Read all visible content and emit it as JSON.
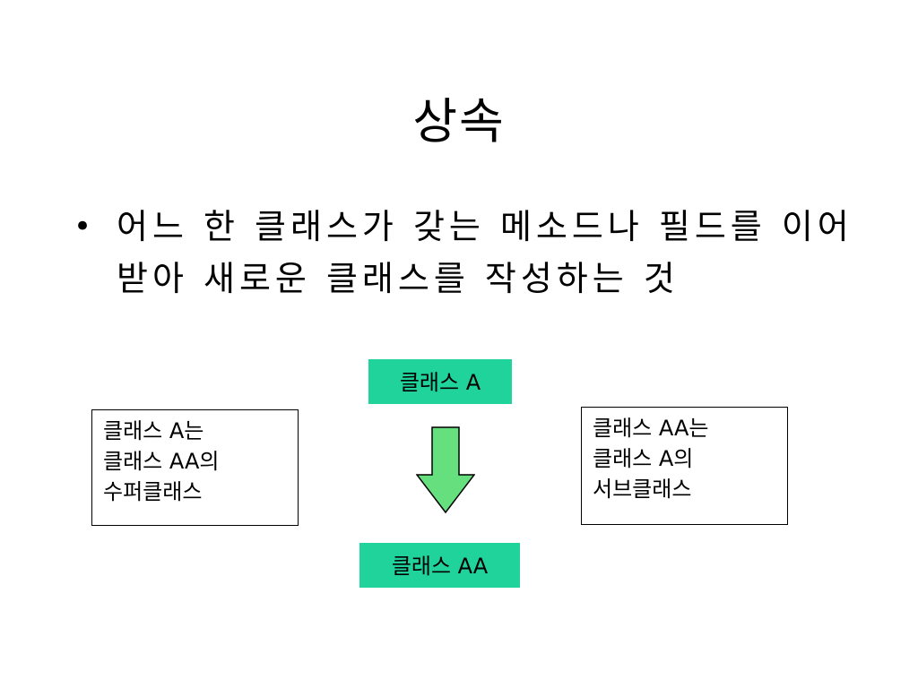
{
  "slide": {
    "title": "상속",
    "bullets": [
      {
        "marker": "•",
        "text": "어느 한 클래스가 갖는 메소드나 필드를 이어받아 새로운 클래스를 작성하는 것"
      }
    ]
  },
  "diagram": {
    "box_a_label": "클래스 A",
    "box_aa_label": "클래스 AA",
    "left_note": {
      "lines": [
        "클래스 A는",
        "클래스 AA의",
        "수퍼클래스"
      ]
    },
    "right_note": {
      "lines": [
        "클래스 AA는",
        "클래스 A의",
        "서브클래스"
      ]
    },
    "arrow_icon": "down-arrow-icon",
    "colors": {
      "box_fill": "#1fd39a",
      "arrow_fill": "#66e07e",
      "stroke": "#000000"
    }
  }
}
